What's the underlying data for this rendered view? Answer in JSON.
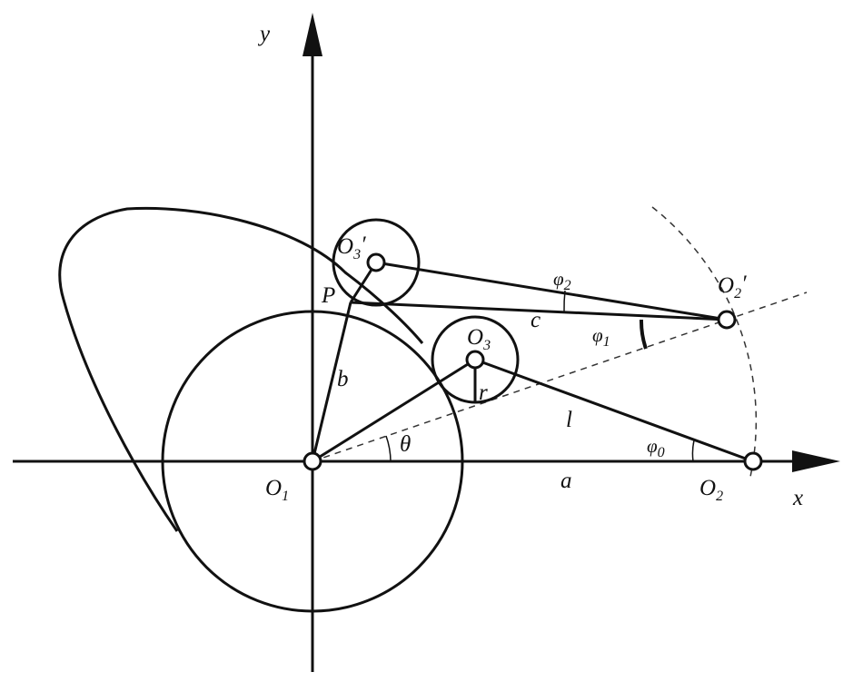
{
  "colors": {
    "line": "#111111",
    "background": "#ffffff",
    "dashed": "#333333"
  },
  "labels": {
    "y_axis": "y",
    "x_axis": "x",
    "o1_base": "O",
    "o1_sub": "1",
    "o2_base": "O",
    "o2_sub": "2",
    "o2p_base": "O",
    "o2p_sub": "2",
    "o2p_prime": "′",
    "o3_base": "O",
    "o3_sub": "3",
    "o3p_base": "O",
    "o3p_sub": "3",
    "o3p_prime": "′",
    "p": "P",
    "b": "b",
    "c": "c",
    "l": "l",
    "a": "a",
    "r": "r",
    "theta": "θ",
    "phi0_base": "φ",
    "phi0_sub": "0",
    "phi1_base": "φ",
    "phi1_sub": "1",
    "phi2_base": "φ",
    "phi2_sub": "2"
  }
}
